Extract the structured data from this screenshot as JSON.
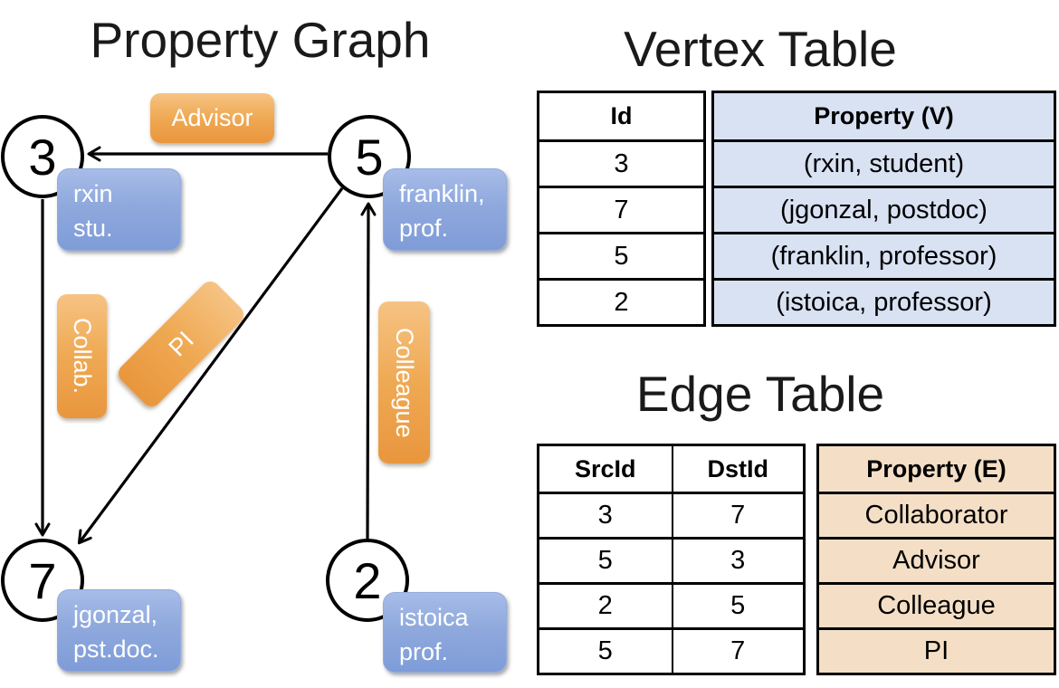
{
  "graph": {
    "title": "Property Graph",
    "nodes": [
      {
        "id": "3",
        "property_lines": [
          "rxin",
          "stu."
        ]
      },
      {
        "id": "5",
        "property_lines": [
          "franklin,",
          "prof."
        ]
      },
      {
        "id": "7",
        "property_lines": [
          "jgonzal,",
          "pst.doc."
        ]
      },
      {
        "id": "2",
        "property_lines": [
          "istoica",
          "prof."
        ]
      }
    ],
    "edge_labels": [
      {
        "label": "Advisor"
      },
      {
        "label": "Collab."
      },
      {
        "label": "PI"
      },
      {
        "label": "Colleague"
      }
    ]
  },
  "vertex_table": {
    "title": "Vertex Table",
    "headers": {
      "id": "Id",
      "property": "Property (V)"
    },
    "rows": [
      {
        "id": "3",
        "property": "(rxin, student)"
      },
      {
        "id": "7",
        "property": "(jgonzal, postdoc)"
      },
      {
        "id": "5",
        "property": "(franklin, professor)"
      },
      {
        "id": "2",
        "property": "(istoica, professor)"
      }
    ]
  },
  "edge_table": {
    "title": "Edge Table",
    "headers": {
      "src": "SrcId",
      "dst": "DstId",
      "property": "Property (E)"
    },
    "rows": [
      {
        "src": "3",
        "dst": "7",
        "property": "Collaborator"
      },
      {
        "src": "5",
        "dst": "3",
        "property": "Advisor"
      },
      {
        "src": "2",
        "dst": "5",
        "property": "Colleague"
      },
      {
        "src": "5",
        "dst": "7",
        "property": "PI"
      }
    ]
  },
  "colors": {
    "edge_label_orange": "#EFA953",
    "node_property_blue": "#8FA9DD",
    "vertex_cell_bg": "#D9E2F3",
    "edge_cell_bg": "#F4DFC6",
    "line_color": "#000000",
    "text_on_box": "#FFFFFF"
  }
}
